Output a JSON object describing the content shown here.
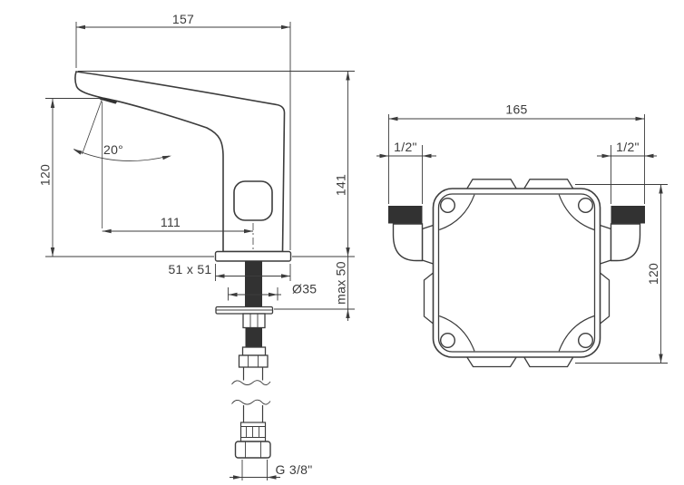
{
  "drawing": {
    "type": "technical dimension drawing - sensor basin faucet",
    "faucet_view": {
      "dim_spout_reach": "157",
      "dim_total_height": "141",
      "dim_spout_height": "120",
      "dim_spout_angle": "20°",
      "dim_sensor_offset": "111",
      "dim_base_plate": "51 x 51",
      "dim_mount_hole": "Ø35",
      "dim_max_counter_thickness": "max 50",
      "dim_supply_thread": "G 3/8\""
    },
    "control_box_view": {
      "dim_width": "165",
      "dim_height": "120",
      "dim_inlet_left": "1/2\"",
      "dim_inlet_right": "1/2\""
    },
    "colors": {
      "line": "#3c3c3c",
      "dark_fill": "#323232",
      "background": "#ffffff"
    }
  }
}
